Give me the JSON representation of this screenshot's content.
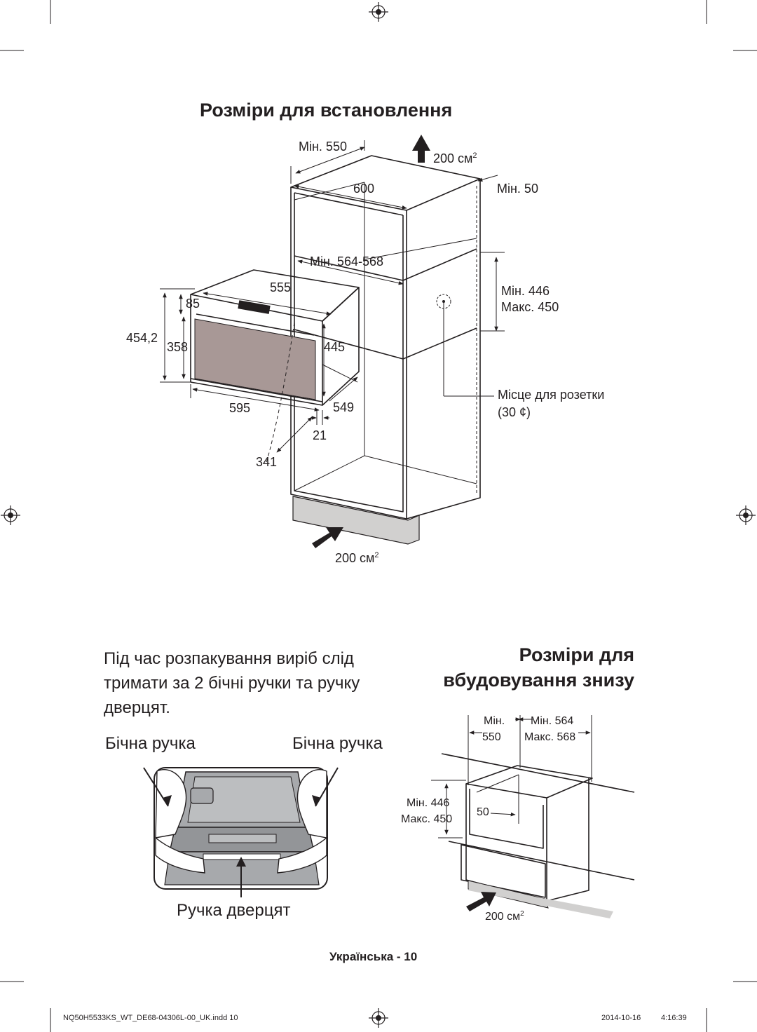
{
  "title_install": "Розміри для встановлення",
  "diagram1": {
    "min550": "Мін. 550",
    "vent_top": "200 см",
    "vent_top_sup": "2",
    "d600": "600",
    "min50": "Мін. 50",
    "min564_568": "Мін. 564-568",
    "min446": "Мін. 446",
    "max450": "Макс. 450",
    "d555": "555",
    "d85": "85",
    "d454": "454,2",
    "d358": "358",
    "d445": "445",
    "socket_line1": "Місце для розетки",
    "socket_line2": "(30 ¢)",
    "d595": "595",
    "d549": "549",
    "d21": "21",
    "d341": "341",
    "vent_bottom": "200 см",
    "vent_bottom_sup": "2"
  },
  "instruction_text": "Під час розпакування виріб слід тримати за 2 бічні ручки та ручку дверцят.",
  "label_side_left": "Бічна ручка",
  "label_side_right": "Бічна ручка",
  "label_door_handle": "Ручка дверцят",
  "title_under": "Розміри для вбудовування знизу",
  "diagram2": {
    "min": "Мін.",
    "d550": "550",
    "min564": "Мін. 564",
    "max568": "Макс. 568",
    "min446": "Мін. 446",
    "max450": "Макс. 450",
    "d50": "50",
    "vent": "200 см",
    "vent_sup": "2"
  },
  "page_footer": "Українська - 10",
  "print_file": "NQ50H5533KS_WT_DE68-04306L-00_UK.indd   10",
  "print_date": "2014-10-16",
  "print_time": "4:16:39"
}
